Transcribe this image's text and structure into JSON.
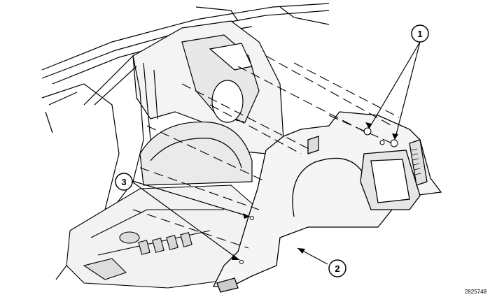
{
  "callouts": [
    {
      "id": "callout-1",
      "label": "1"
    },
    {
      "id": "callout-2",
      "label": "2"
    },
    {
      "id": "callout-3",
      "label": "3"
    }
  ],
  "figure_id": "2825748",
  "colors": {
    "line": "#000000",
    "background": "#ffffff",
    "fill_light": "#f2f2f2",
    "fill_mid": "#e2e2e2"
  }
}
